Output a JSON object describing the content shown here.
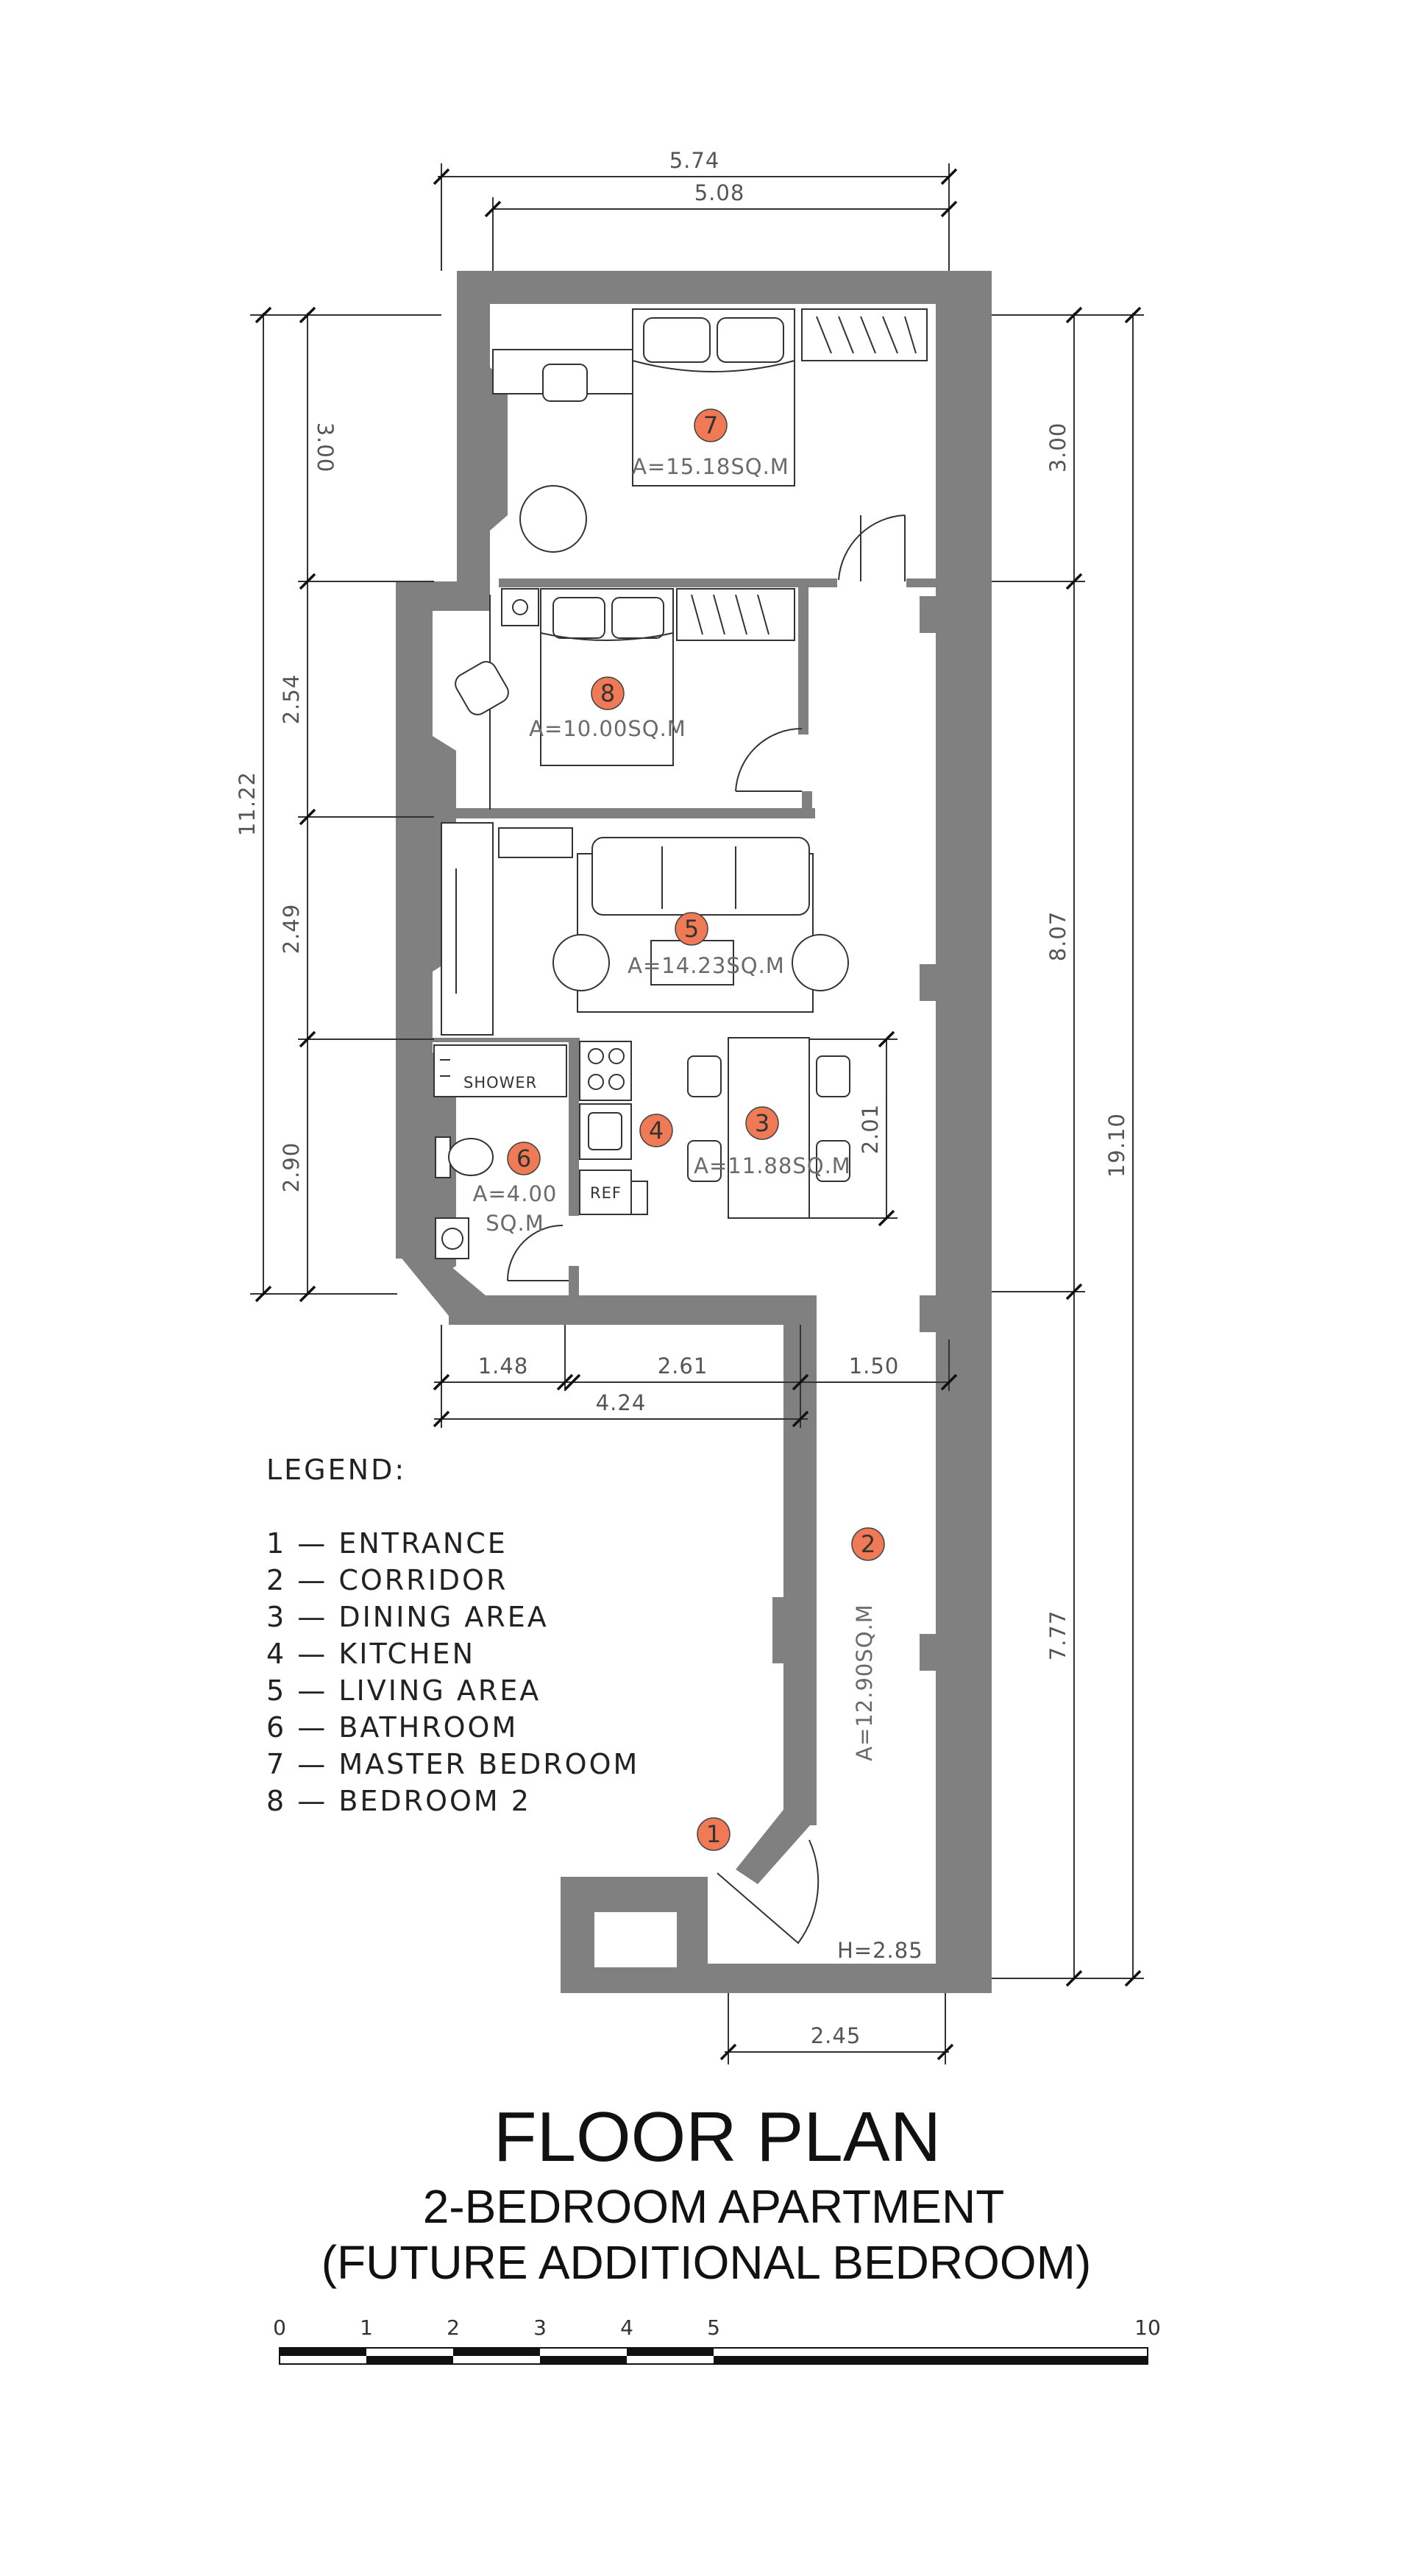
{
  "dimensions": {
    "top_overall": "5.74",
    "top_inner": "5.08",
    "left_overall": "11.22",
    "left_master": "3.00",
    "left_bed2": "2.54",
    "left_living": "2.49",
    "left_bath": "2.90",
    "right_master": "3.00",
    "right_mid": "8.07",
    "right_overall": "19.10",
    "right_corridor": "7.77",
    "bottom_1": "1.48",
    "bottom_2": "2.61",
    "bottom_3": "1.50",
    "bottom_total": "4.24",
    "dining_table": "2.01",
    "entrance_width": "2.45",
    "ceiling_height": "H=2.85"
  },
  "rooms": {
    "master": {
      "number": "7",
      "area": "A=15.18SQ.M"
    },
    "bedroom2": {
      "number": "8",
      "area": "A=10.00SQ.M"
    },
    "living": {
      "number": "5",
      "area": "A=14.23SQ.M"
    },
    "dining": {
      "number": "3",
      "area": "A=11.88SQ.M"
    },
    "kitchen": {
      "number": "4"
    },
    "bathroom": {
      "number": "6",
      "area_line1": "A=4.00",
      "area_line2": "SQ.M"
    },
    "corridor": {
      "number": "2",
      "area": "A=12.90SQ.M"
    },
    "entrance": {
      "number": "1"
    }
  },
  "fixtures": {
    "shower_label": "SHOWER",
    "ref_label": "REF"
  },
  "legend": {
    "title": "LEGEND:",
    "items": [
      "1  —  ENTRANCE",
      "2  —  CORRIDOR",
      "3  —  DINING  AREA",
      "4  —  KITCHEN",
      "5  —  LIVING  AREA",
      "6  —  BATHROOM",
      "7  —  MASTER  BEDROOM",
      "8  —  BEDROOM  2"
    ]
  },
  "title": {
    "main": "FLOOR PLAN",
    "line2": "2-BEDROOM APARTMENT",
    "line3": "(FUTURE ADDITIONAL BEDROOM)"
  },
  "scale": {
    "ticks": [
      "0",
      "1",
      "2",
      "3",
      "4",
      "5",
      "10"
    ]
  },
  "colors": {
    "wall": "#808080",
    "marker": "#f07a55"
  }
}
